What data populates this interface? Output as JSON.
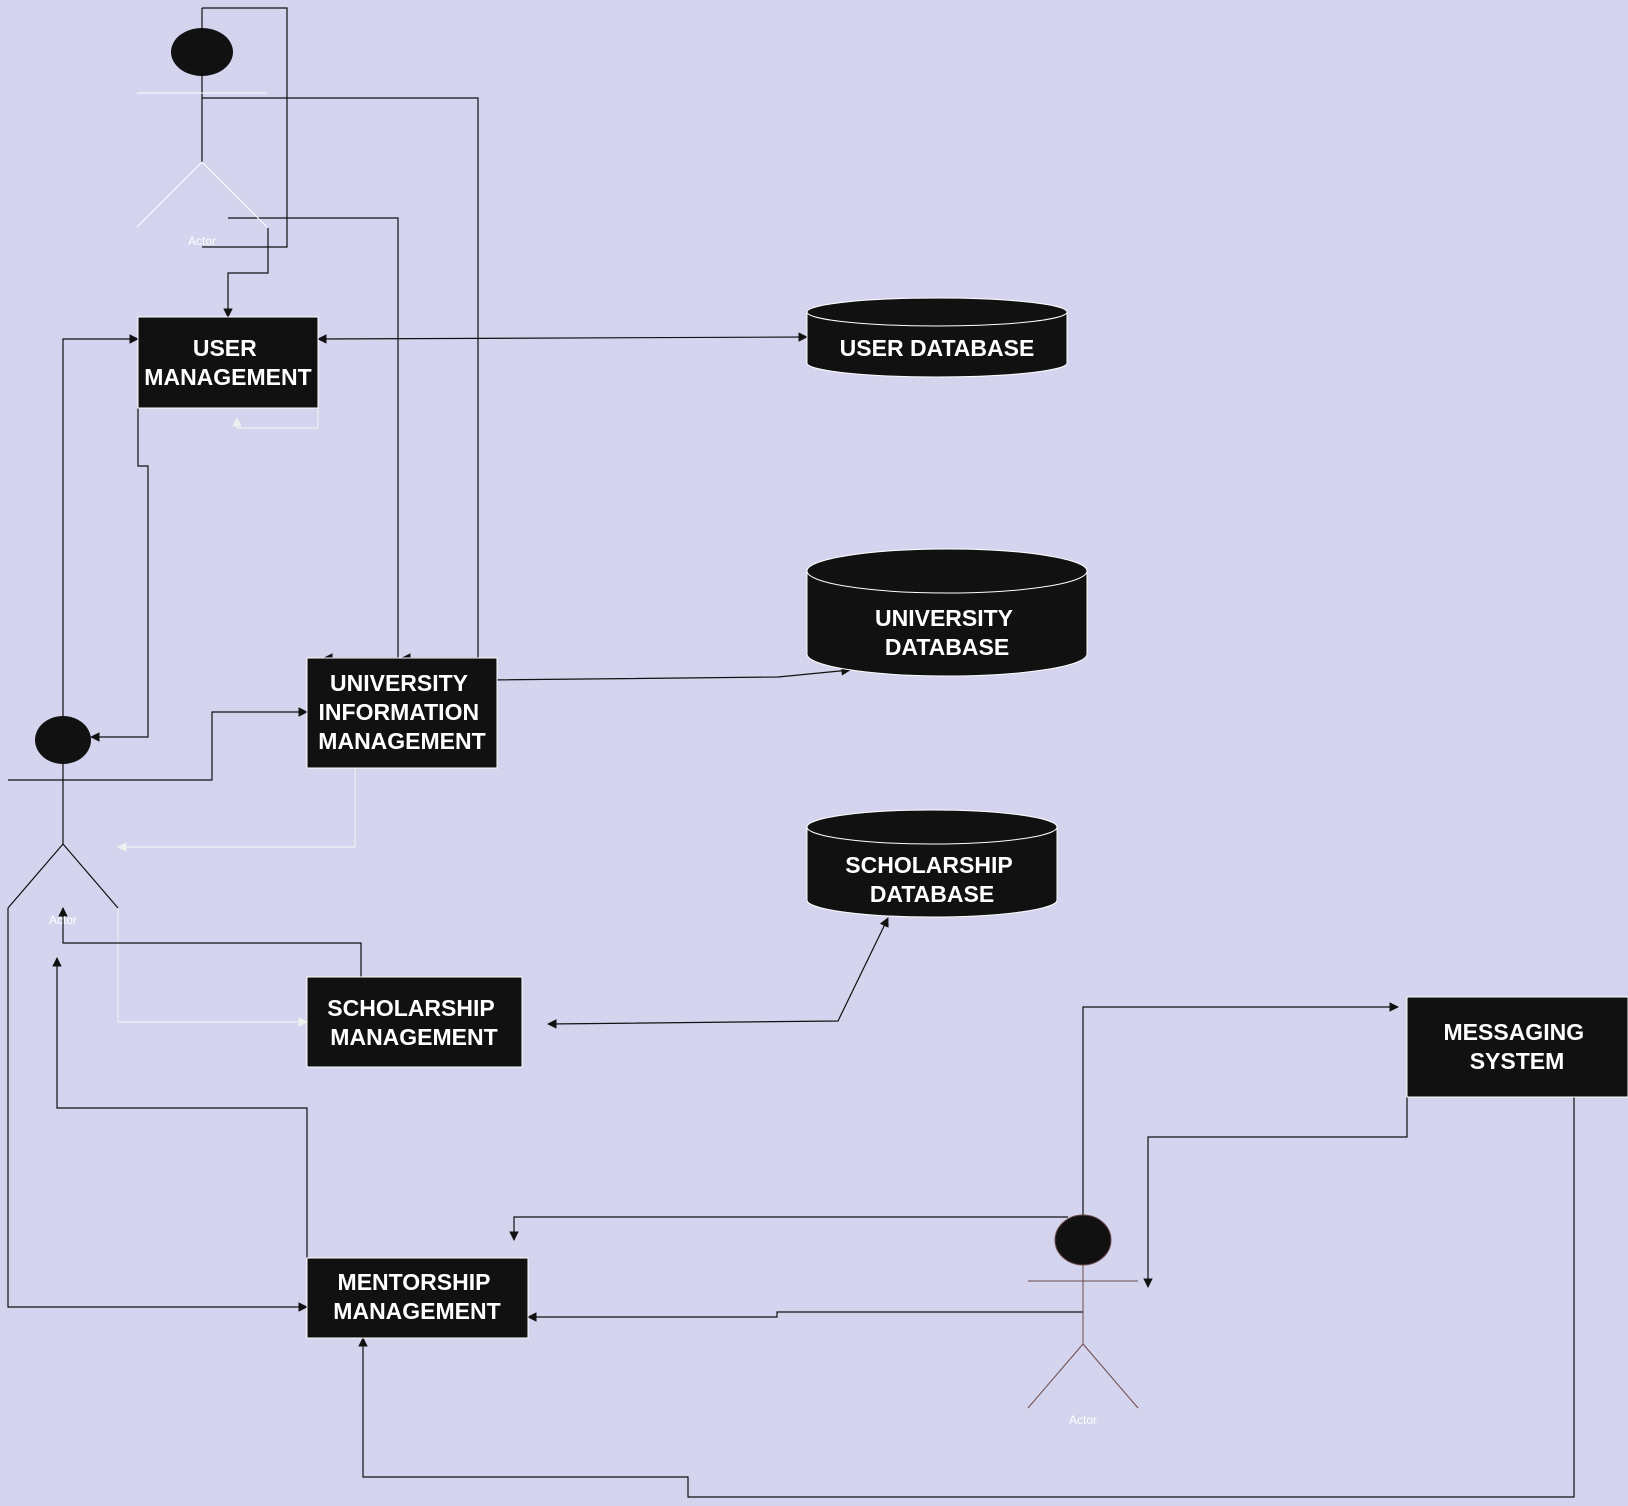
{
  "diagram": {
    "processes": {
      "user_management": [
        "USER",
        "MANAGEMENT"
      ],
      "university_information_management": [
        "UNIVERSITY",
        "INFORMATION",
        "MANAGEMENT"
      ],
      "scholarship_management": [
        "SCHOLARSHIP",
        "MANAGEMENT"
      ],
      "mentorship_management": [
        "MENTORSHIP",
        "MANAGEMENT"
      ],
      "messaging_system": [
        "MESSAGING",
        "SYSTEM"
      ]
    },
    "databases": {
      "user_database": [
        "USER DATABASE"
      ],
      "university_database": [
        "UNIVERSITY",
        "DATABASE"
      ],
      "scholarship_database": [
        "SCHOLARSHIP",
        "DATABASE"
      ]
    },
    "actors": {
      "actor_top": "Actor",
      "actor_left": "Actor",
      "actor_right": "Actor"
    },
    "colors": {
      "background": "#d4d4ef",
      "node_fill": "#111111",
      "node_text": "#ffffff",
      "edge": "#111111",
      "edge_light": "#f0f0f0",
      "actor_right_stroke": "#6b4a4a"
    }
  }
}
